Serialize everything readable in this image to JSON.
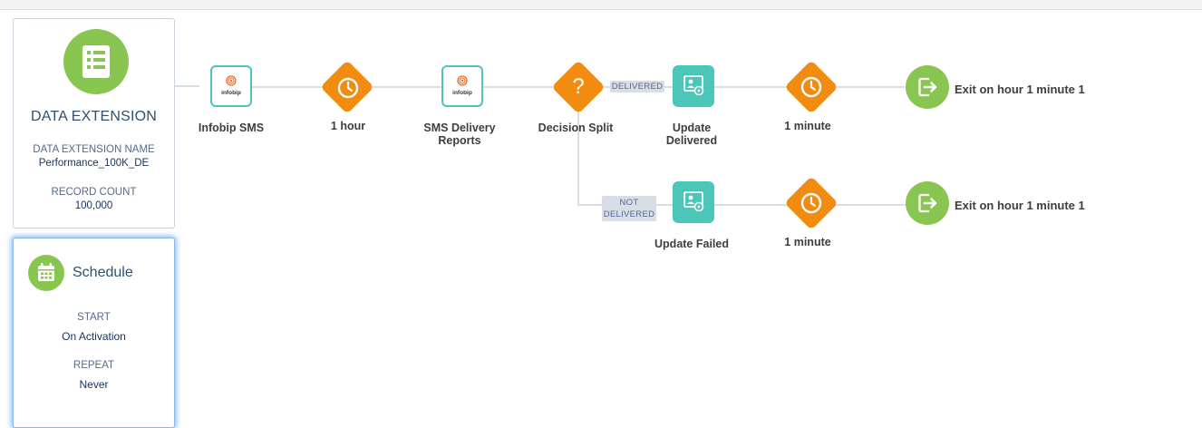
{
  "data_extension": {
    "title": "DATA EXTENSION",
    "name_label": "DATA EXTENSION NAME",
    "name_value": "Performance_100K_DE",
    "count_label": "RECORD COUNT",
    "count_value": "100,000",
    "icon": "list-icon"
  },
  "schedule": {
    "title": "Schedule",
    "start_label": "START",
    "start_value": "On Activation",
    "repeat_label": "REPEAT",
    "repeat_value": "Never",
    "icon": "calendar-icon"
  },
  "activities": {
    "infobip_sms": {
      "label": "Infobip SMS",
      "logo": "infobip"
    },
    "wait_1": {
      "label": "1 hour"
    },
    "delivery_reports": {
      "label": "SMS Delivery Reports",
      "logo": "infobip"
    },
    "decision_split": {
      "label": "Decision Split"
    },
    "update_delivered": {
      "label": "Update Delivered"
    },
    "wait_2": {
      "label": "1 minute"
    },
    "exit_1": {
      "label": "Exit on hour 1 minute 1"
    },
    "update_failed": {
      "label": "Update Failed"
    },
    "wait_3": {
      "label": "1 minute"
    },
    "exit_2": {
      "label": "Exit on hour 1 minute 1"
    }
  },
  "paths": {
    "delivered": "DELIVERED",
    "not_delivered_line1": "NOT",
    "not_delivered_line2": "DELIVERED"
  },
  "colors": {
    "green": "#88c651",
    "teal": "#4bc6b9",
    "orange": "#f18c10",
    "line": "#d8dde6",
    "infobip": "#f26722"
  }
}
